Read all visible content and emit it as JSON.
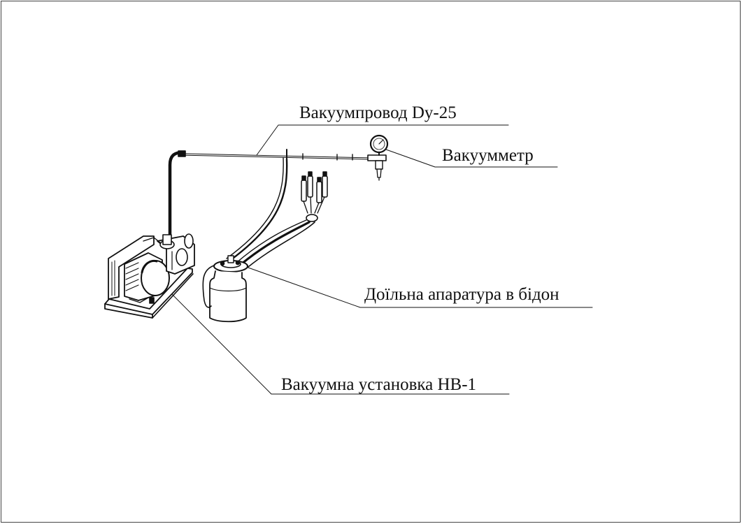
{
  "labels": {
    "vacuum_pipe": "Вакуумпровод Dy-25",
    "vacuum_gauge": "Вакуумметр",
    "milking_unit": "Доїльна апаратура в бідон",
    "vacuum_unit": "Вакуумна установка НВ-1"
  },
  "colors": {
    "ink": "#111111",
    "background": "#ffffff",
    "border": "#444444"
  }
}
